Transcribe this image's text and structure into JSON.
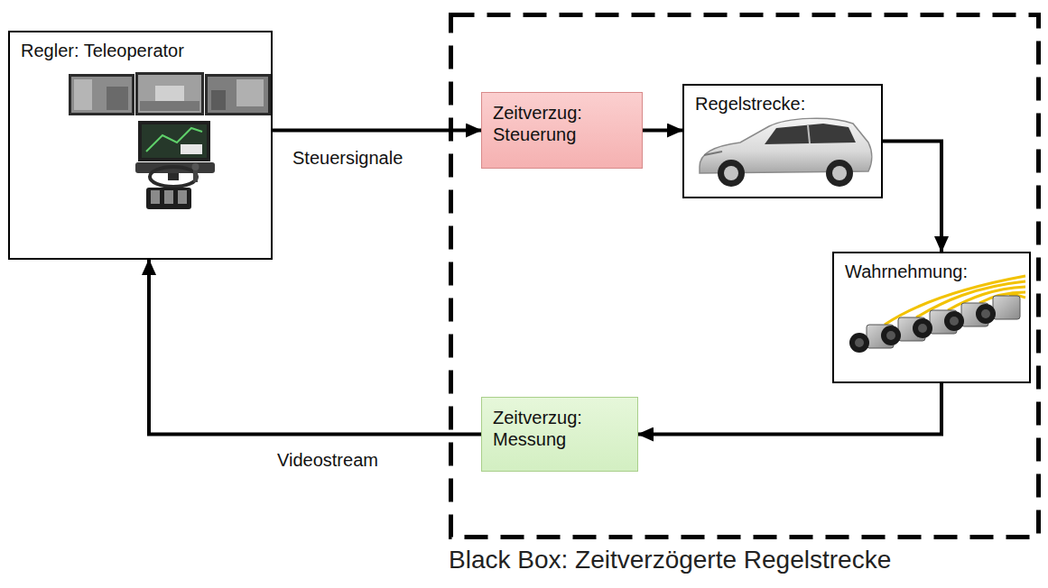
{
  "diagram": {
    "nodes": [
      {
        "text": [
          "Regler: Teleoperator"
        ]
      },
      {
        "text": [
          "Black Box: Zeitverzögerte Regelstrecke"
        ]
      },
      {
        "text": [
          "Zeitverzug: Steuerung"
        ],
        "in": 1
      },
      {
        "text": [
          "Regelstrecke:"
        ],
        "in": 1
      },
      {
        "text": [
          "Wahrnehmung:"
        ],
        "in": 1
      },
      {
        "text": [
          "Zeitverzug: Messung"
        ],
        "in": 1
      }
    ],
    "edges": [
      {
        "from": 0,
        "to": 2,
        "arrow": "to",
        "label": "Steuersignale"
      },
      {
        "from": 2,
        "to": 3,
        "arrow": "to"
      },
      {
        "from": 3,
        "to": 4,
        "arrow": "to"
      },
      {
        "from": 4,
        "to": 5,
        "arrow": "to"
      },
      {
        "from": 5,
        "to": 0,
        "arrow": "to",
        "label": "Videostream"
      }
    ]
  }
}
